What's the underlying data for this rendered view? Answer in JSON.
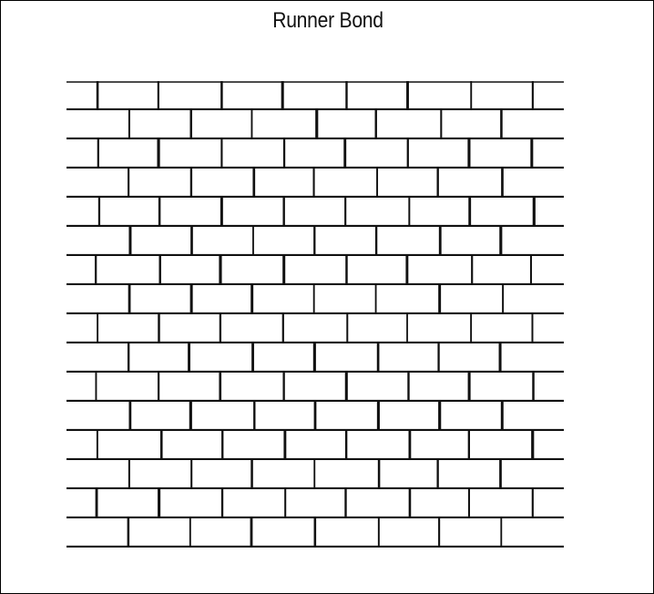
{
  "title": "Runner Bond",
  "pattern": {
    "name": "running-bond",
    "course_count": 16,
    "bricks_per_course": 8,
    "offset_fraction": 0.5,
    "brick_color": "#ffffff",
    "mortar_color": "#111111",
    "background_color": "#ffffff"
  }
}
